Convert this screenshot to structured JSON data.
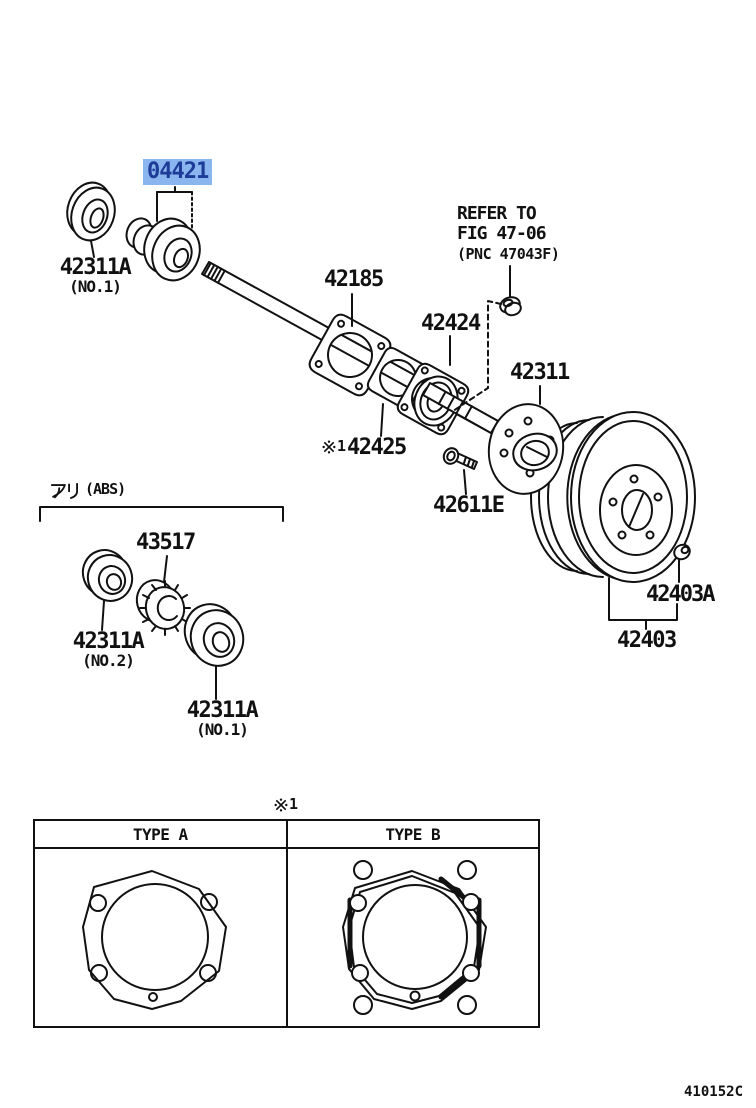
{
  "doc": {
    "type": "parts-diagram",
    "footer_code": "410152C"
  },
  "highlight": {
    "background_color": "#8ab5ee",
    "text_color": "#1d3b97"
  },
  "labels": {
    "p04421": "04421",
    "seal_top": {
      "number": "42311A",
      "variant": "(NO.1)"
    },
    "refer_note": {
      "line1": "REFER TO",
      "line2": "FIG 47-06",
      "line3": "(PNC 47043F)"
    },
    "p42185": "42185",
    "p42424": "42424",
    "p42311": "42311",
    "p42425": {
      "ref_mark": "※1",
      "ref_number": "1",
      "number": "42425"
    },
    "p42611e": "42611E",
    "p42403a": "42403A",
    "p42403": "42403",
    "abs_group": {
      "full": "アリ(ABS)",
      "suffix": "(ABS)"
    },
    "p43517": "43517",
    "seal_no2": {
      "number": "42311A",
      "variant": "(NO.2)"
    },
    "seal_no1": {
      "number": "42311A",
      "variant": "(NO.1)"
    }
  },
  "table": {
    "ref_mark": "※1",
    "ref_number": "1",
    "headers": [
      "TYPE A",
      "TYPE B"
    ]
  }
}
